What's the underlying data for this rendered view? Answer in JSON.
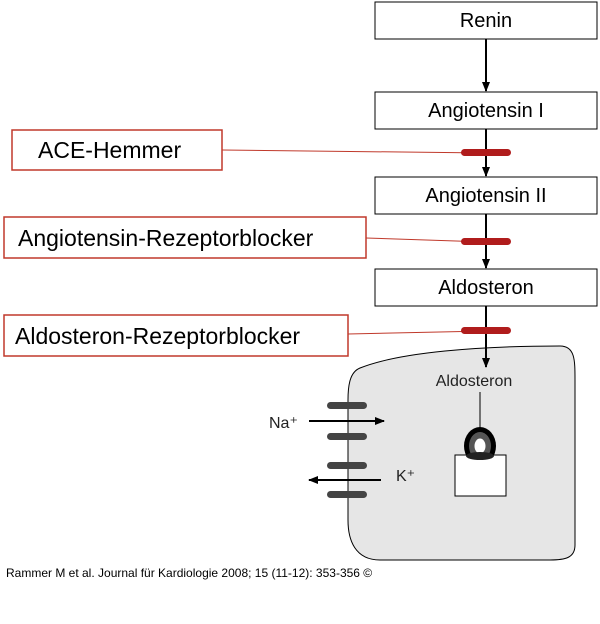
{
  "cascade": [
    "Renin",
    "Angiotensin I",
    "Angiotensin II",
    "Aldosteron"
  ],
  "inhibitors": [
    "ACE-Hemmer",
    "Angiotensin-Rezeptorblocker",
    "Aldosteron-Rezeptorblocker"
  ],
  "cell": {
    "label": "Aldosteron",
    "ion_in": "Na⁺",
    "ion_out": "K⁺"
  },
  "citation": "Rammer M et al. Journal für Kardiologie 2008; 15 (11-12): 353-356 ©",
  "colors": {
    "inhibitor_border": "#c0392b",
    "block_bar": "#b01c1c",
    "cell_fill": "#e6e6e6",
    "channel": "#444444"
  }
}
